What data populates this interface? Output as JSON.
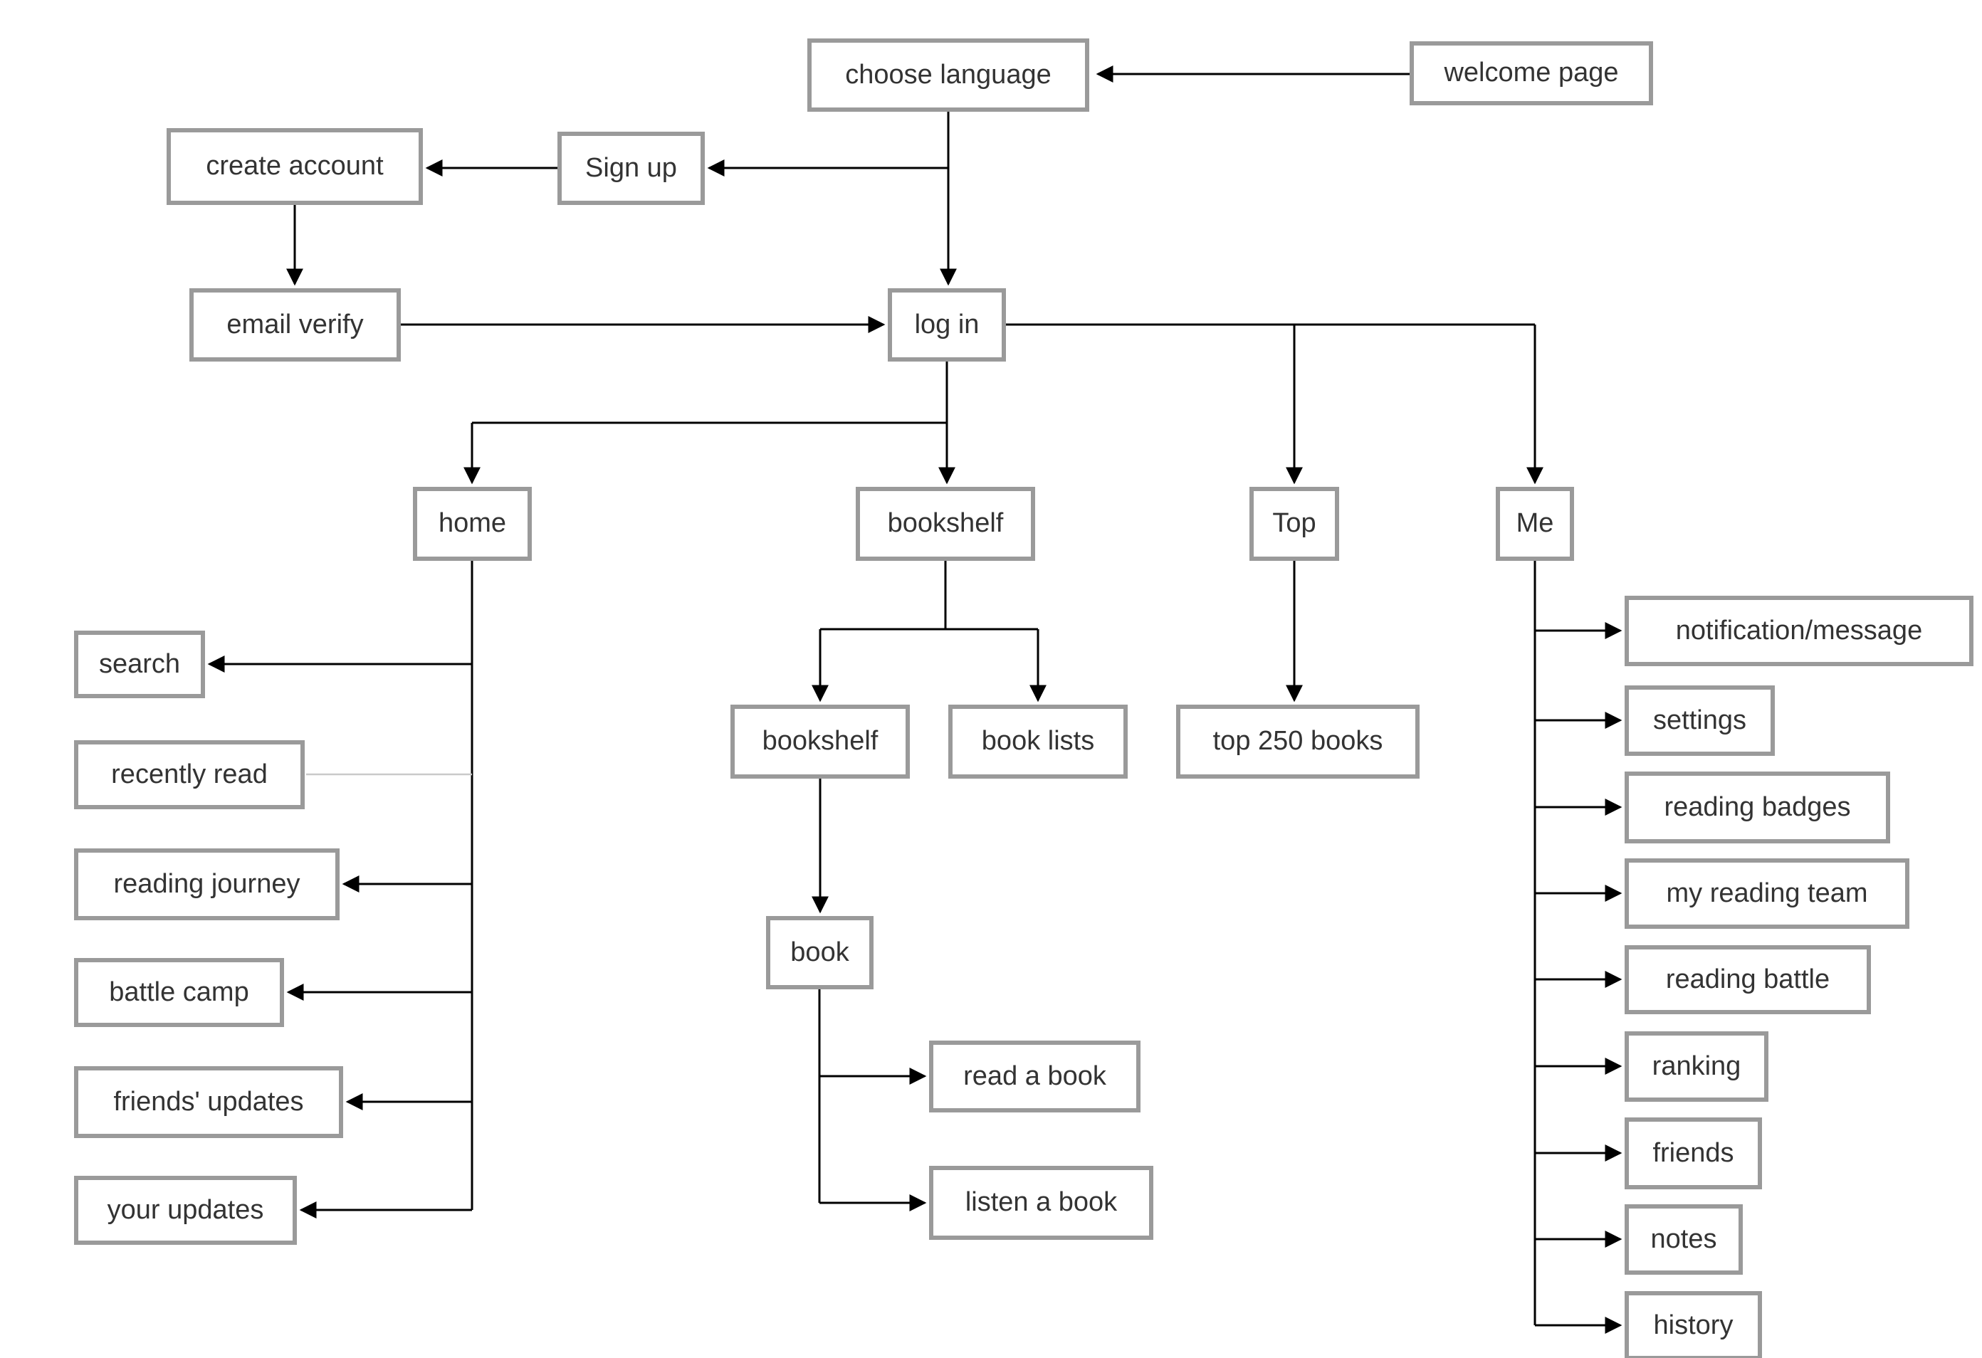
{
  "diagram": {
    "type": "app-sitemap-flowchart",
    "colors": {
      "box_border": "#9a9a9a",
      "box_background": "#ffffff",
      "text": "#333333",
      "connector": "#000000",
      "light_connector": "#c9c9c9"
    },
    "nodes": {
      "welcome_page": {
        "label": "welcome page"
      },
      "choose_language": {
        "label": "choose language"
      },
      "sign_up": {
        "label": "Sign up"
      },
      "create_account": {
        "label": "create account"
      },
      "email_verify": {
        "label": "email verify"
      },
      "log_in": {
        "label": "log in"
      },
      "home": {
        "label": "home"
      },
      "bookshelf": {
        "label": "bookshelf"
      },
      "top": {
        "label": "Top"
      },
      "me": {
        "label": "Me"
      },
      "search": {
        "label": "search"
      },
      "recently_read": {
        "label": "recently read"
      },
      "reading_journey": {
        "label": "reading journey"
      },
      "battle_camp": {
        "label": "battle camp"
      },
      "friends_updates": {
        "label": "friends' updates"
      },
      "your_updates": {
        "label": "your updates"
      },
      "bookshelf_sub": {
        "label": "bookshelf"
      },
      "book_lists": {
        "label": "book lists"
      },
      "top_250_books": {
        "label": "top 250 books"
      },
      "book": {
        "label": "book"
      },
      "read_a_book": {
        "label": "read a book"
      },
      "listen_a_book": {
        "label": "listen a book"
      },
      "notification_message": {
        "label": "notification/message"
      },
      "settings": {
        "label": "settings"
      },
      "reading_badges": {
        "label": "reading badges"
      },
      "my_reading_team": {
        "label": "my reading team"
      },
      "reading_battle": {
        "label": "reading battle"
      },
      "ranking": {
        "label": "ranking"
      },
      "friends": {
        "label": "friends"
      },
      "notes": {
        "label": "notes"
      },
      "history": {
        "label": "history"
      }
    },
    "edges": [
      "welcome page -> choose language",
      "choose language -> Sign up",
      "Sign up -> create account",
      "create account -> email verify",
      "email verify -> log in",
      "choose language -> log in",
      "log in -> home",
      "log in -> bookshelf",
      "log in -> Top",
      "log in -> Me",
      "home -> search",
      "home -> recently read",
      "home -> reading journey",
      "home -> battle camp",
      "home -> friends' updates",
      "home -> your updates",
      "bookshelf -> bookshelf",
      "bookshelf -> book lists",
      "bookshelf -> book",
      "book -> read a book",
      "book -> listen a book",
      "Top -> top 250 books",
      "Me -> notification/message",
      "Me -> settings",
      "Me -> reading badges",
      "Me -> my reading team",
      "Me -> reading battle",
      "Me -> ranking",
      "Me -> friends",
      "Me -> notes",
      "Me -> history"
    ]
  }
}
